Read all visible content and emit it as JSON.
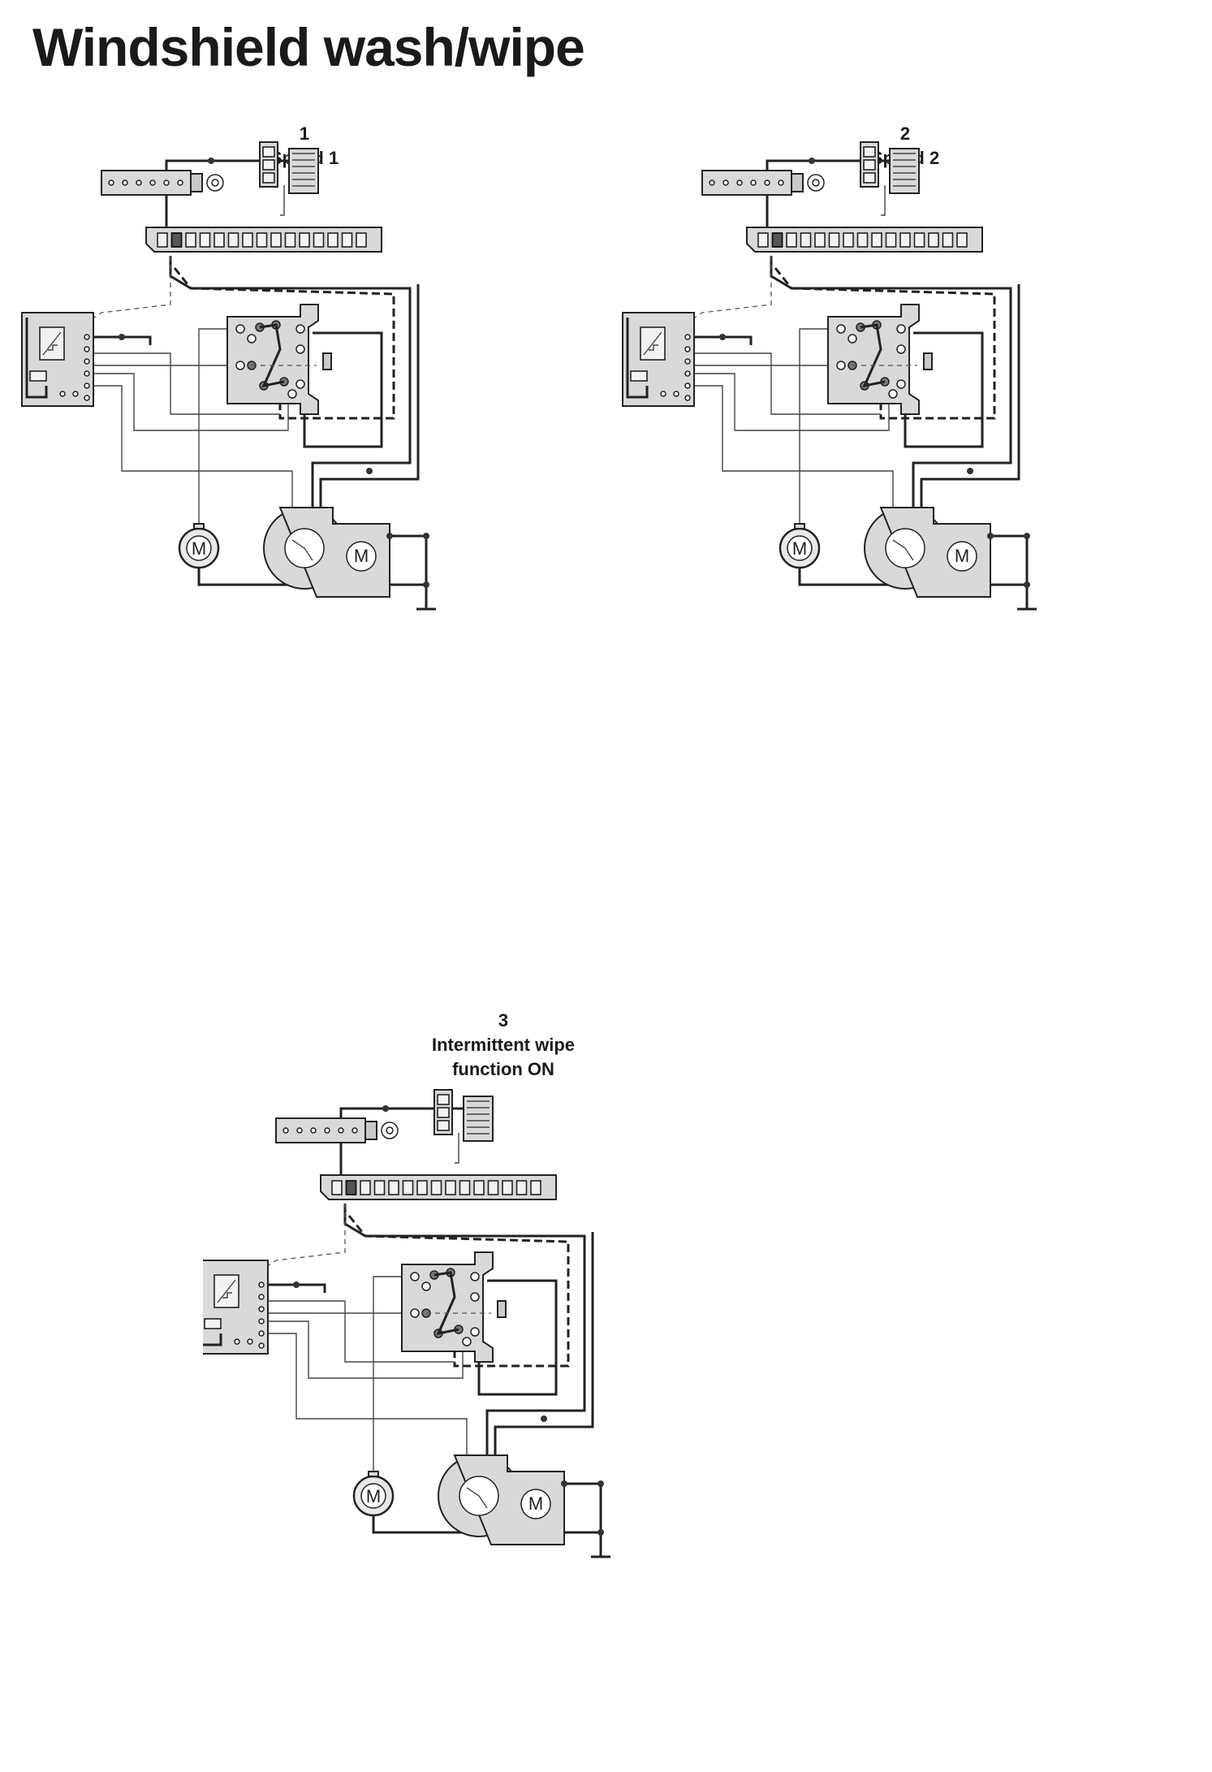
{
  "page": {
    "title": "Windshield wash/wipe"
  },
  "diagrams": [
    {
      "number": "1",
      "label_lines": [
        "Speed 1"
      ]
    },
    {
      "number": "2",
      "label_lines": [
        "Speed 2"
      ]
    },
    {
      "number": "3",
      "label_lines": [
        "Intermittent wipe",
        "function ON"
      ]
    }
  ],
  "symbols": {
    "motor_letter": "M"
  },
  "colors": {
    "line": "#222222",
    "component_fill": "#d9d9d9",
    "background": "#ffffff"
  }
}
